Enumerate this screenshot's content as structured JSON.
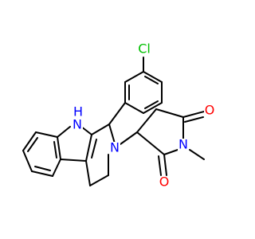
{
  "molecule": {
    "labels": {
      "cl": "Cl",
      "nh": "H",
      "n_indole": "N",
      "n_ring": "N",
      "n_succinimide": "N",
      "o_top": "O",
      "o_bottom": "O"
    },
    "colors": {
      "bond": "#000000",
      "chlorine": "#00c000",
      "nitrogen": "#0000ff",
      "oxygen": "#ff0000",
      "background": "#ffffff"
    }
  }
}
